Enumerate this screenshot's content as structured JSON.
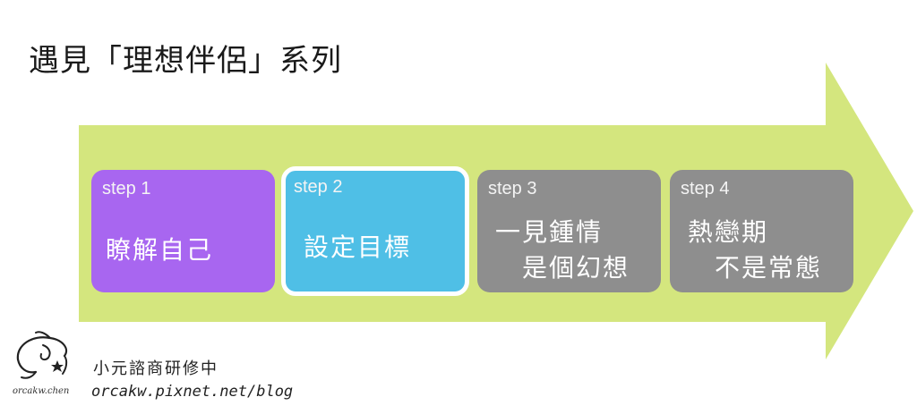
{
  "title": "遇見「理想伴侶」系列",
  "colors": {
    "arrow": "#d4e67e",
    "step1": "#a866f0",
    "step2": "#4fbfe6",
    "step3": "#8e8e8e",
    "step4": "#8e8e8e"
  },
  "steps": [
    {
      "label": "step 1",
      "lines": [
        "瞭解自己"
      ]
    },
    {
      "label": "step 2",
      "lines": [
        "設定目標"
      ]
    },
    {
      "label": "step 3",
      "lines": [
        "一見鍾情",
        "是個幻想"
      ]
    },
    {
      "label": "step 4",
      "lines": [
        "熱戀期",
        "不是常態"
      ]
    }
  ],
  "footer": {
    "logo_icon": "orca-logo-icon",
    "signature": "orcakw.chen",
    "org": "小元諮商研修中",
    "url": "orcakw.pixnet.net/blog"
  }
}
